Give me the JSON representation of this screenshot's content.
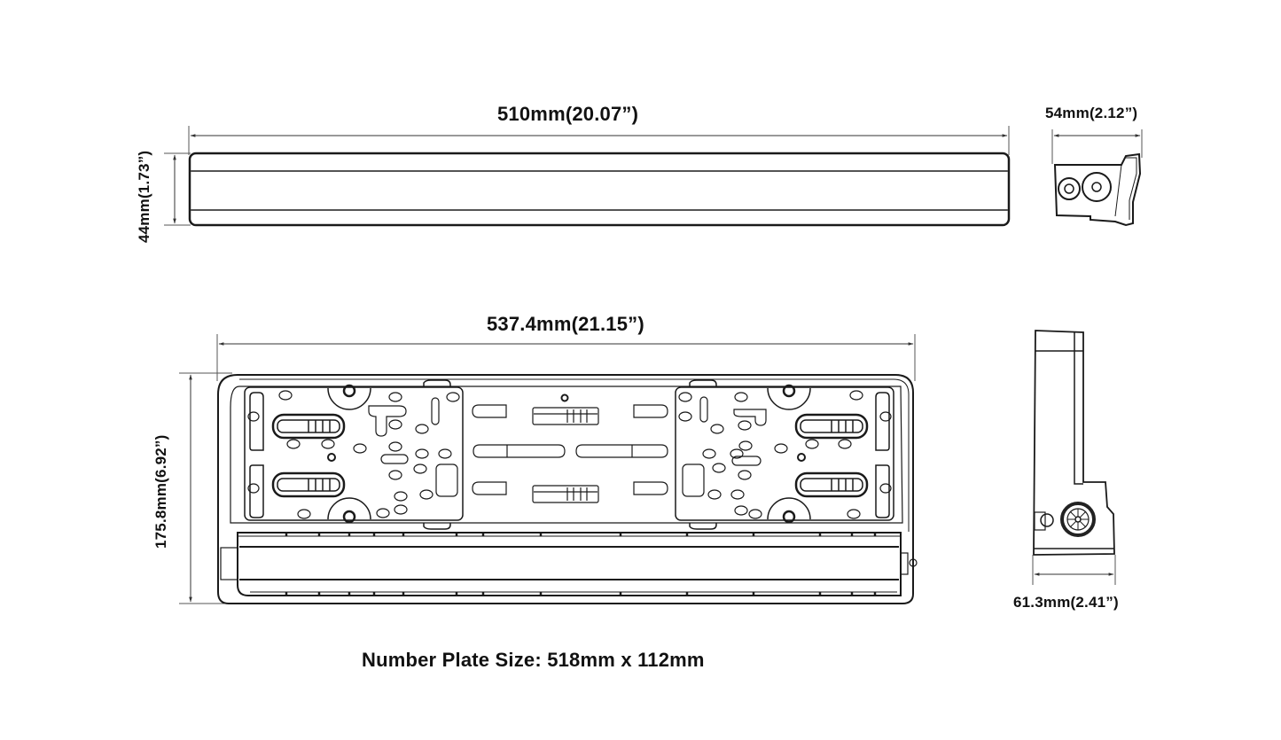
{
  "drawing": {
    "top_view": {
      "width_label": "510mm(20.07”)",
      "height_label": "44mm(1.73”)"
    },
    "top_side_view": {
      "depth_label": "54mm(2.12”)"
    },
    "front_view": {
      "width_label": "537.4mm(21.15”)",
      "height_label": "175.8mm(6.92”)"
    },
    "side_view": {
      "depth_label": "61.3mm(2.41”)"
    },
    "caption": "Number Plate Size: 518mm x 112mm"
  },
  "colors": {
    "line": "#1a1a1a",
    "dim_line": "#333333",
    "background": "#ffffff"
  }
}
